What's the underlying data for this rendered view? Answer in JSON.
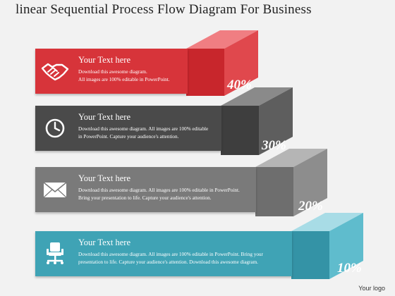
{
  "title": "linear Sequential Process Flow Diagram For Business",
  "logo": "Your logo",
  "colors": {
    "red": "#d7343a",
    "dark": "#4a4a4a",
    "gray": "#7a7a7a",
    "teal": "#3fa3b5"
  },
  "steps": [
    {
      "heading": "Your Text here",
      "lines": [
        "Download this awesome diagram.",
        "All images are 100% editable in PowerPoint."
      ],
      "percent": "40%",
      "icon": "handshake-icon"
    },
    {
      "heading": "Your Text here",
      "lines": [
        "Download this awesome diagram. All images are 100% editable",
        "in PowerPoint. Capture your audience's attention."
      ],
      "percent": "30%",
      "icon": "clock-icon"
    },
    {
      "heading": "Your Text here",
      "lines": [
        "Download this awesome diagram. All images are 100% editable in PowerPoint.",
        "Bring your presentation to life. Capture your audience's attention."
      ],
      "percent": "20%",
      "icon": "envelope-icon"
    },
    {
      "heading": "Your Text here",
      "lines": [
        "Download this awesome diagram. All images are 100% editable in PowerPoint. Bring your",
        "presentation to life. Capture your audience's attention. Download this awesome diagram."
      ],
      "percent": "10%",
      "icon": "office-chair-icon"
    }
  ]
}
